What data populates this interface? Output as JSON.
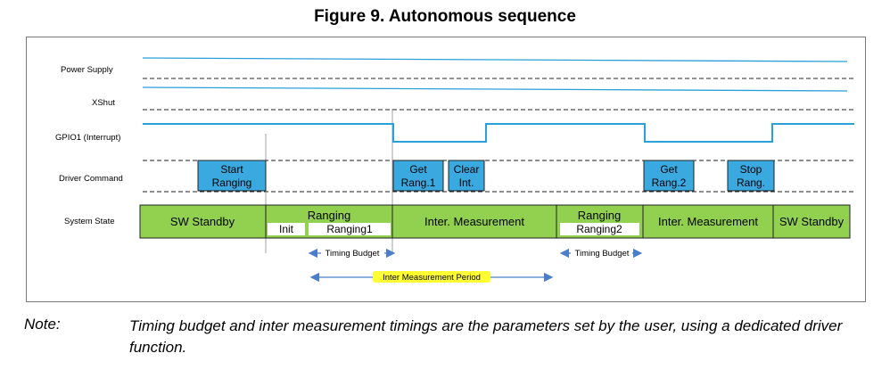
{
  "title": "Figure 9. Autonomous sequence",
  "signals": {
    "power_supply": "Power Supply",
    "xshut": "XShut",
    "gpio1": "GPIO1 (Interrupt)",
    "driver_command": "Driver Command",
    "system_state": "System State"
  },
  "commands": [
    {
      "line1": "Start",
      "line2": "Ranging"
    },
    {
      "line1": "Get",
      "line2": "Rang.1"
    },
    {
      "line1": "Clear",
      "line2": "Int."
    },
    {
      "line1": "Get",
      "line2": "Rang.2"
    },
    {
      "line1": "Stop",
      "line2": "Rang."
    }
  ],
  "states": [
    {
      "label": "SW Standby"
    },
    {
      "label": "Ranging",
      "sub": [
        "Init",
        "Ranging1"
      ]
    },
    {
      "label": "Inter. Measurement"
    },
    {
      "label": "Ranging",
      "sub": [
        "Ranging2"
      ]
    },
    {
      "label": "Inter. Measurement"
    },
    {
      "label": "SW Standby"
    }
  ],
  "timings": {
    "budget_1": "Timing Budget",
    "budget_2": "Timing Budget",
    "inter_period": "Inter Measurement Period"
  },
  "note": {
    "label": "Note:",
    "text": "Timing budget and inter measurement timings are the parameters set by the user, using a dedicated driver function."
  },
  "colors": {
    "signal_line": "#2aa0d8",
    "command_fill": "#3aa9e0",
    "state_fill": "#92d050",
    "arrow": "#4a7ec8",
    "highlight": "#ffff33"
  }
}
